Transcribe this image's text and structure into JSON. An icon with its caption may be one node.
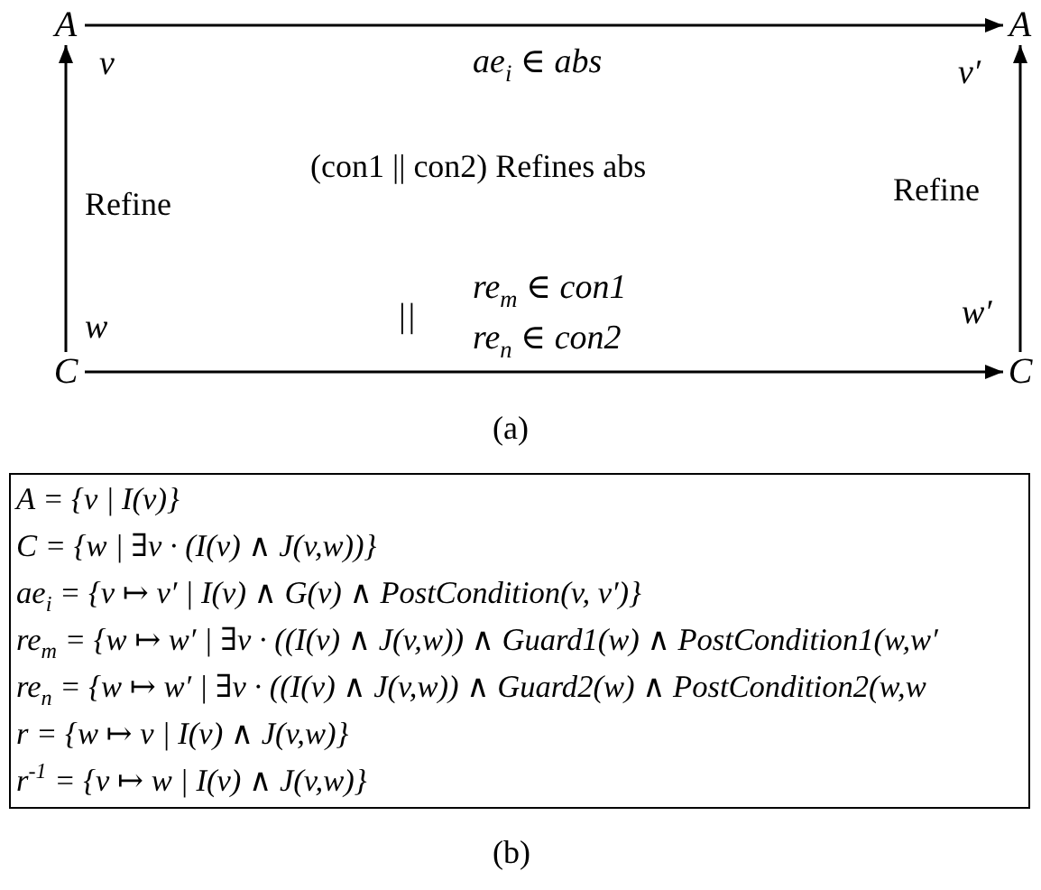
{
  "diagram": {
    "nodes": [
      {
        "text": [
          "A"
        ]
      },
      {
        "text": [
          "A"
        ]
      },
      {
        "text": [
          "C"
        ]
      },
      {
        "text": [
          "C"
        ]
      },
      {
        "text": [
          "A = {v | I(v)}",
          "C = {w | ∃v · (I(v) ∧ J(v,w))}",
          "ae$_{i}$ = {v ↦ v′ | I(v) ∧ G(v) ∧ PostCondition(v, v′)}",
          "re$_{m}$ = {w ↦ w′ | ∃v · ((I(v) ∧ J(v,w)) ∧ Guard1(w) ∧ PostCondition1(w,w′",
          "re$_{n}$ = {w ↦ w′ | ∃v · ((I(v) ∧ J(v,w)) ∧ Guard2(w) ∧ PostCondition2(w,w",
          "r = {w ↦ v | I(v) ∧ J(v,w)}",
          "r$^{-1}$ = {v ↦ w | I(v) ∧ J(v,w)}"
        ]
      }
    ],
    "edges": [
      {
        "from": 0,
        "to": 1,
        "arrow": "to",
        "label": "ae$_{i}$ ∈ abs"
      },
      {
        "from": 2,
        "to": 3,
        "arrow": "to"
      },
      {
        "from": 2,
        "to": 0,
        "arrow": "to",
        "label": "Refine"
      },
      {
        "from": 3,
        "to": 1,
        "arrow": "to",
        "label": "Refine"
      }
    ],
    "labels": [
      "v",
      "v′",
      "(con1 || con2) Refines abs",
      "w",
      "||",
      "re$_{m}$ ∈ con1",
      "re$_{n}$ ∈ con2",
      "w′",
      "(a)",
      "(b)"
    ]
  }
}
